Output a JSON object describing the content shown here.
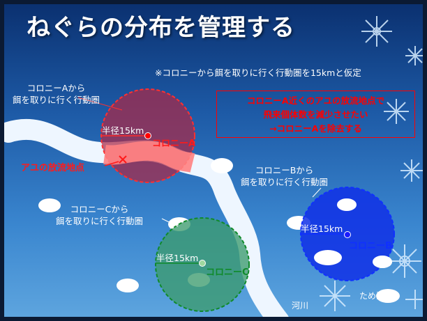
{
  "title": "ねぐらの分布を管理する",
  "note": "※コロニーから餌を取りに行く行動圏を15kmと仮定",
  "colony_a": {
    "range_label": "コロニーAから\n餌を取りに行く行動圏",
    "radius_label": "半径15km",
    "name": "コロニーA"
  },
  "colony_b": {
    "range_label": "コロニーBから\n餌を取りに行く行動圏",
    "radius_label": "半径15km",
    "name": "コロニーB"
  },
  "colony_c": {
    "range_label": "コロニーCから\n餌を取りに行く行動圏",
    "radius_label": "半径15km",
    "name": "コロニーC"
  },
  "release_point": "アユの放流地点",
  "callout": {
    "line1": "コロニーA近くのアユの放流地点で",
    "line2": "飛来個体数を減少させたい",
    "line3": "→コロニーAを除去する"
  },
  "river_label": "河川",
  "pond_label": "ため池",
  "colors": {
    "red": "#ff1a1a",
    "blue": "#1030ff",
    "green": "#0f8a2a"
  }
}
